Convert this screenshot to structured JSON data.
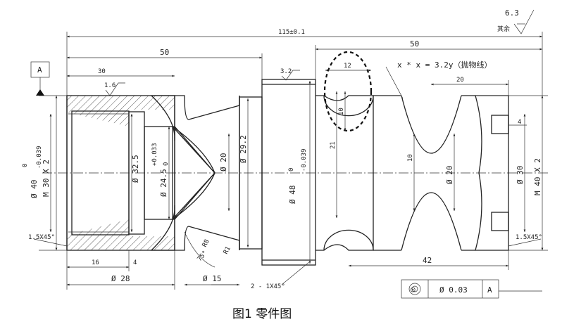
{
  "drawing": {
    "caption": "图1   零件图",
    "surface_finish": {
      "value": "6.3",
      "note": "其余"
    },
    "datum_label": "A",
    "tolerance_frame": {
      "symbol": "◎",
      "value": "Ø 0.03",
      "datum": "A"
    },
    "parabola_note": "x * x = 3.2y（抛物线）",
    "local_roughness": {
      "r1": "1.6",
      "r2": "3.2"
    },
    "dims": {
      "overall_length": "115±0.1",
      "len_50_left": "50",
      "len_50_right": "50",
      "len_30": "30",
      "len_12": "12",
      "len_10_top": "10",
      "len_20_top": "20",
      "len_10_groove": "10",
      "len_4_slot": "4",
      "len_21": "21",
      "len_16": "16",
      "len_4_bottom": "4",
      "dia_28": "Ø 28",
      "dia_15": "Ø 15",
      "chamfer_mid": "2 - 1X45°",
      "len_42": "42",
      "dia_40": "Ø 40",
      "dia_40_tol_upper": "0",
      "dia_40_tol_lower": "-0.039",
      "thread_m30": "M 30 X 2",
      "dia_32_5": "Ø 32.5",
      "dia_24_5": "Ø 24.5",
      "dia_24_5_tol_upper": "+0.033",
      "dia_24_5_tol_lower": "0",
      "dia_20_bore": "Ø 20",
      "dia_29_2": "Ø 29.2",
      "dia_48": "Ø 48",
      "dia_48_tol_upper": "0",
      "dia_48_tol_lower": "-0.039",
      "dia_20_groove": "Ø 20",
      "dia_30": "Ø 30",
      "thread_m40": "M 40 X 2",
      "chamfer_left": "1.5X45°",
      "chamfer_right": "1.5X45°",
      "radius_r8": "R8",
      "radius_r1": "R1",
      "angle_75": "75°"
    }
  }
}
